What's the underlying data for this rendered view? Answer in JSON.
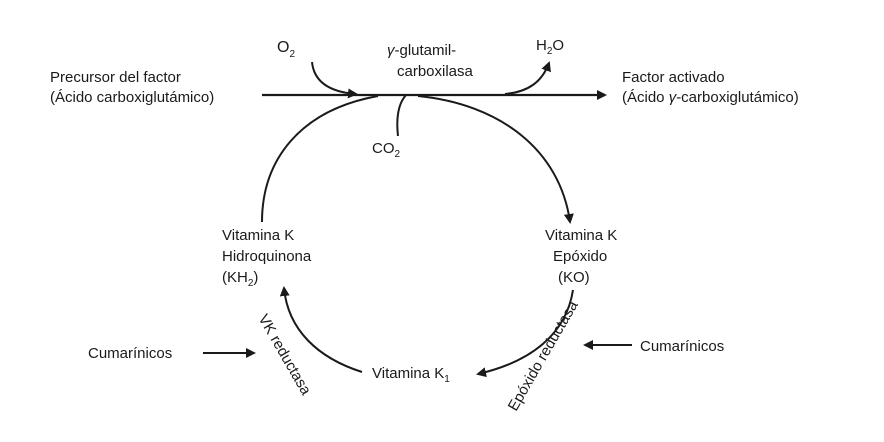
{
  "precursor": {
    "line1": "Precursor del factor",
    "line2": "(Ácido carboxiglutámico)"
  },
  "activated": {
    "line1": "Factor activado",
    "line2_prefix": "(Ácido ",
    "line2_greek": "γ",
    "line2_suffix": "-carboxiglutámico)"
  },
  "enzyme": {
    "greek": "γ",
    "line1_rest": "-glutamil-",
    "line2": "carboxilasa"
  },
  "oxygen": {
    "base": "O",
    "sub": "2"
  },
  "water": {
    "base1": "H",
    "sub": "2",
    "base2": "O"
  },
  "co2": {
    "base": "CO",
    "sub": "2"
  },
  "hydroquinone": {
    "line1": "Vitamina K",
    "line2": "Hidroquinona",
    "line3_open": "(KH",
    "line3_sub": "2",
    "line3_close": ")"
  },
  "epoxide": {
    "line1": "Vitamina K",
    "line2": "Epóxido",
    "line3": "(KO)"
  },
  "vitk1": {
    "base": "Vitamina K",
    "sub": "1"
  },
  "vk_reductase": "VK reductasa",
  "epoxide_reductase": "Epóxido reductasa",
  "coumarin_left": "Cumarínicos",
  "coumarin_right": "Cumarínicos"
}
